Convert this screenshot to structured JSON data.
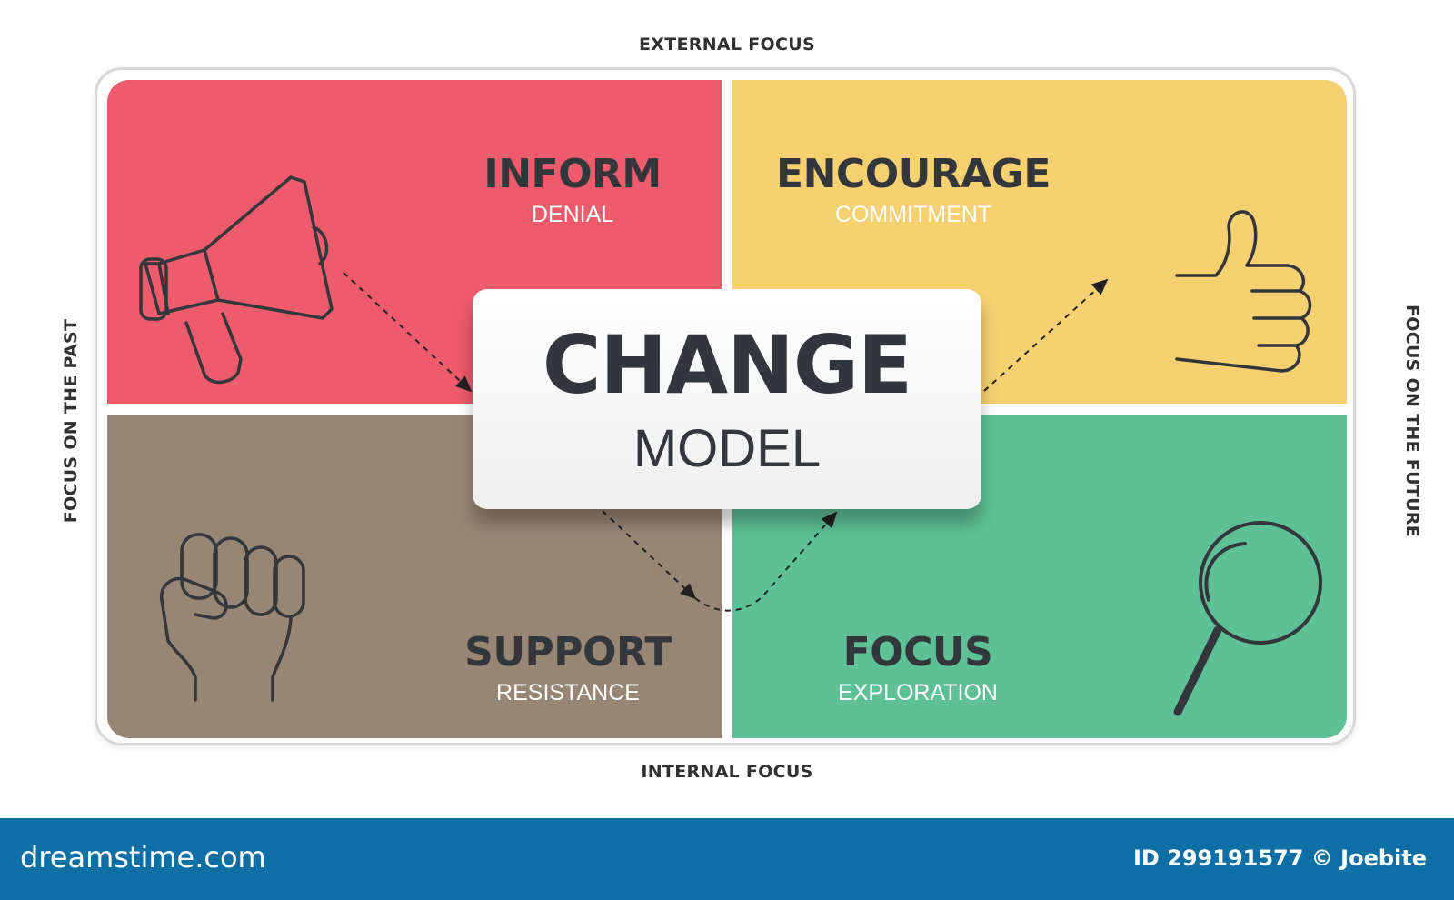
{
  "axes": {
    "top": "EXTERNAL FOCUS",
    "bottom": "INTERNAL FOCUS",
    "left": "FOCUS ON THE PAST",
    "right": "FOCUS ON THE FUTURE"
  },
  "center": {
    "title": "CHANGE",
    "subtitle": "MODEL"
  },
  "quadrants": [
    {
      "title": "INFORM",
      "subtitle": "DENIAL",
      "color": "#ee5b6c",
      "icon": "megaphone-icon"
    },
    {
      "title": "ENCOURAGE",
      "subtitle": "COMMITMENT",
      "color": "#f6d071",
      "icon": "thumbs-up-icon"
    },
    {
      "title": "SUPPORT",
      "subtitle": "RESISTANCE",
      "color": "#988675",
      "icon": "raised-fist-icon"
    },
    {
      "title": "FOCUS",
      "subtitle": "EXPLORATION",
      "color": "#5ec195",
      "icon": "magnifier-icon"
    }
  ],
  "footer": {
    "brand": "dreamstime.com",
    "id_text": "ID 299191577 © Joebite",
    "color": "#0e6fa5"
  }
}
